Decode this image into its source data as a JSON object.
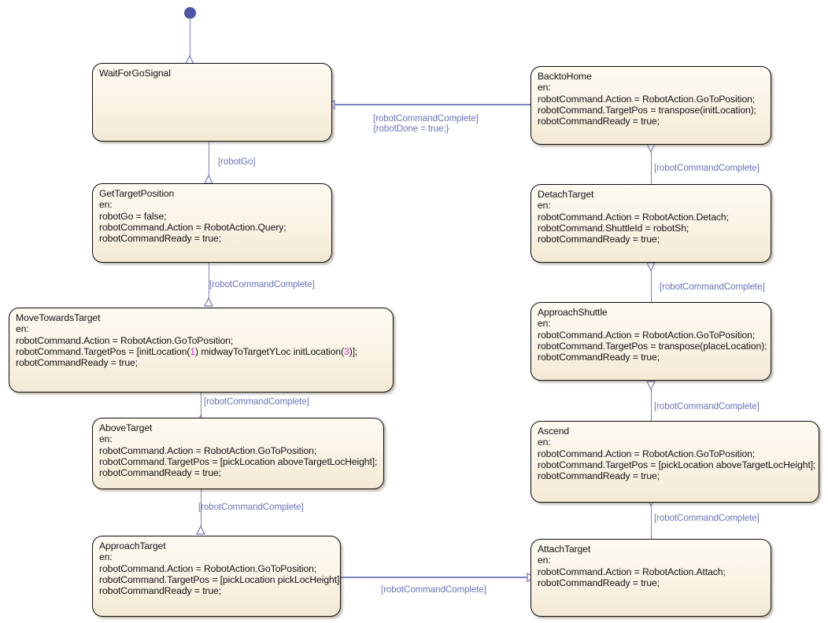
{
  "diagram": {
    "type": "state-machine",
    "title": "Robot pick-and-place Stateflow chart",
    "colors": {
      "state_fill_top": "#fdfaf2",
      "state_fill_bottom": "#f4e9d4",
      "state_border": "#0a0a0a",
      "transition": "#7b82bd",
      "transition_label": "#6a73b8",
      "initial_node": "#4a56a6",
      "numeric_literal": "#e020e0",
      "background": "#ffffff"
    }
  },
  "states": [
    {
      "id": "WaitForGoSignal",
      "name": "WaitForGoSignal",
      "lines": []
    },
    {
      "id": "GetTargetPosition",
      "name": "GetTargetPosition",
      "lines": [
        "en:",
        "robotGo = false;",
        "robotCommand.Action = RobotAction.Query;",
        "robotCommandReady = true;"
      ]
    },
    {
      "id": "MoveTowardsTarget",
      "name": "MoveTowardsTarget",
      "lines": [
        "en:",
        "robotCommand.Action = RobotAction.GoToPosition;",
        "robotCommand.TargetPos = [initLocation(1) midwayToTargetYLoc initLocation(3)];",
        "robotCommandReady = true;"
      ]
    },
    {
      "id": "AboveTarget",
      "name": "AboveTarget",
      "lines": [
        "en:",
        "robotCommand.Action = RobotAction.GoToPosition;",
        "robotCommand.TargetPos = [pickLocation aboveTargetLocHeight];",
        "robotCommandReady = true;"
      ]
    },
    {
      "id": "ApproachTarget",
      "name": "ApproachTarget",
      "lines": [
        "en:",
        "robotCommand.Action = RobotAction.GoToPosition;",
        "robotCommand.TargetPos = [pickLocation pickLocHeight];",
        "robotCommandReady = true;"
      ]
    },
    {
      "id": "AttachTarget",
      "name": "AttachTarget",
      "lines": [
        "en:",
        "robotCommand.Action = RobotAction.Attach;",
        "robotCommandReady = true;"
      ]
    },
    {
      "id": "Ascend",
      "name": "Ascend",
      "lines": [
        "en:",
        "robotCommand.Action = RobotAction.GoToPosition;",
        "robotCommand.TargetPos = [pickLocation aboveTargetLocHeight];",
        "robotCommandReady = true;"
      ]
    },
    {
      "id": "ApproachShuttle",
      "name": "ApproachShuttle",
      "lines": [
        "en:",
        "robotCommand.Action = RobotAction.GoToPosition;",
        "robotCommand.TargetPos = transpose(placeLocation);",
        "robotCommandReady = true;"
      ]
    },
    {
      "id": "DetachTarget",
      "name": "DetachTarget",
      "lines": [
        "en:",
        "robotCommand.Action = RobotAction.Detach;",
        "robotCommand.ShuttleId = robotSh;",
        "robotCommandReady = true;"
      ]
    },
    {
      "id": "BacktoHome",
      "name": "BacktoHome",
      "lines": [
        "en:",
        "robotCommand.Action = RobotAction.GoToPosition;",
        "robotCommand.TargetPos = transpose(initLocation);",
        "robotCommandReady = true;"
      ]
    }
  ],
  "transitions": [
    {
      "id": "t0",
      "from": "initial",
      "to": "WaitForGoSignal",
      "label": ""
    },
    {
      "id": "t1",
      "from": "WaitForGoSignal",
      "to": "GetTargetPosition",
      "label": "[robotGo]"
    },
    {
      "id": "t2",
      "from": "GetTargetPosition",
      "to": "MoveTowardsTarget",
      "label": "[robotCommandComplete]"
    },
    {
      "id": "t3",
      "from": "MoveTowardsTarget",
      "to": "AboveTarget",
      "label": "[robotCommandComplete]"
    },
    {
      "id": "t4",
      "from": "AboveTarget",
      "to": "ApproachTarget",
      "label": "[robotCommandComplete]"
    },
    {
      "id": "t5",
      "from": "ApproachTarget",
      "to": "AttachTarget",
      "label": "[robotCommandComplete]"
    },
    {
      "id": "t6",
      "from": "AttachTarget",
      "to": "Ascend",
      "label": "[robotCommandComplete]"
    },
    {
      "id": "t7",
      "from": "Ascend",
      "to": "ApproachShuttle",
      "label": "[robotCommandComplete]"
    },
    {
      "id": "t8",
      "from": "ApproachShuttle",
      "to": "DetachTarget",
      "label": "[robotCommandComplete]"
    },
    {
      "id": "t9",
      "from": "DetachTarget",
      "to": "BacktoHome",
      "label": "[robotCommandComplete]"
    },
    {
      "id": "t10",
      "from": "BacktoHome",
      "to": "WaitForGoSignal",
      "label_line1": "[robotCommandComplete]",
      "label_line2": "{robotDone = true;}"
    }
  ]
}
